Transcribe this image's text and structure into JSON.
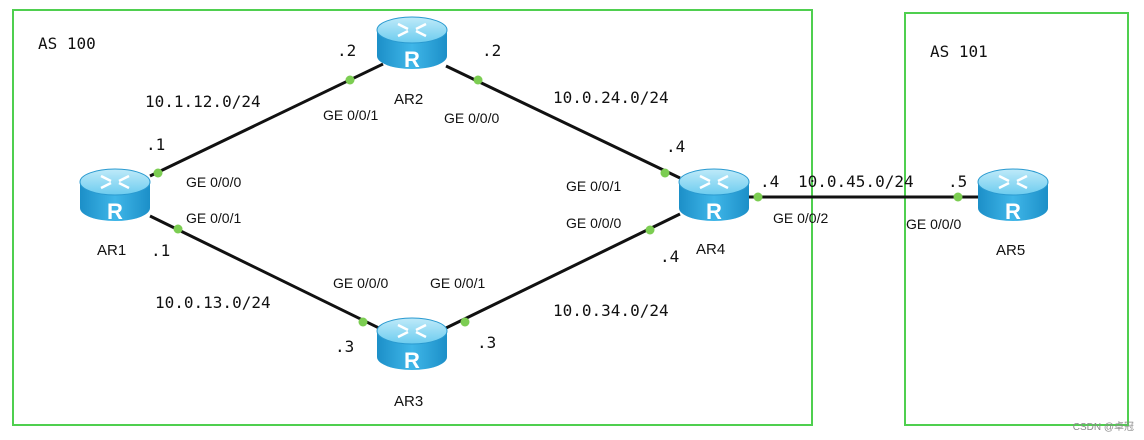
{
  "as_boxes": [
    {
      "label": "AS 100"
    },
    {
      "label": "AS 101"
    }
  ],
  "routers": [
    {
      "name": "AR1"
    },
    {
      "name": "AR2"
    },
    {
      "name": "AR3"
    },
    {
      "name": "AR4"
    },
    {
      "name": "AR5"
    }
  ],
  "router_icon_glyph": "R",
  "subnets": {
    "ar1_ar2": "10.1.12.0/24",
    "ar2_ar4": "10.0.24.0/24",
    "ar1_ar3": "10.0.13.0/24",
    "ar3_ar4": "10.0.34.0/24",
    "ar4_ar5": "10.0.45.0/24"
  },
  "interfaces": {
    "ar1_ge000": "GE 0/0/0",
    "ar1_ge001": "GE 0/0/1",
    "ar2_ge001": "GE 0/0/1",
    "ar2_ge000": "GE 0/0/0",
    "ar3_ge000": "GE 0/0/0",
    "ar3_ge001": "GE 0/0/1",
    "ar4_ge001": "GE 0/0/1",
    "ar4_ge000": "GE 0/0/0",
    "ar4_ge002": "GE 0/0/2",
    "ar5_ge000": "GE 0/0/0"
  },
  "host_ids": {
    "ar1_top": ".1",
    "ar1_bottom": ".1",
    "ar2_left": ".2",
    "ar2_right": ".2",
    "ar3_left": ".3",
    "ar3_right": ".3",
    "ar4_top": ".4",
    "ar4_bottom": ".4",
    "ar4_right": ".4",
    "ar5_left": ".5"
  },
  "watermark": "CSDN @卓冠",
  "colors": {
    "as_border": "#4fcf4f",
    "link": "#111111",
    "port_dot": "#7ccd52",
    "router_body": "#2aa6de"
  }
}
